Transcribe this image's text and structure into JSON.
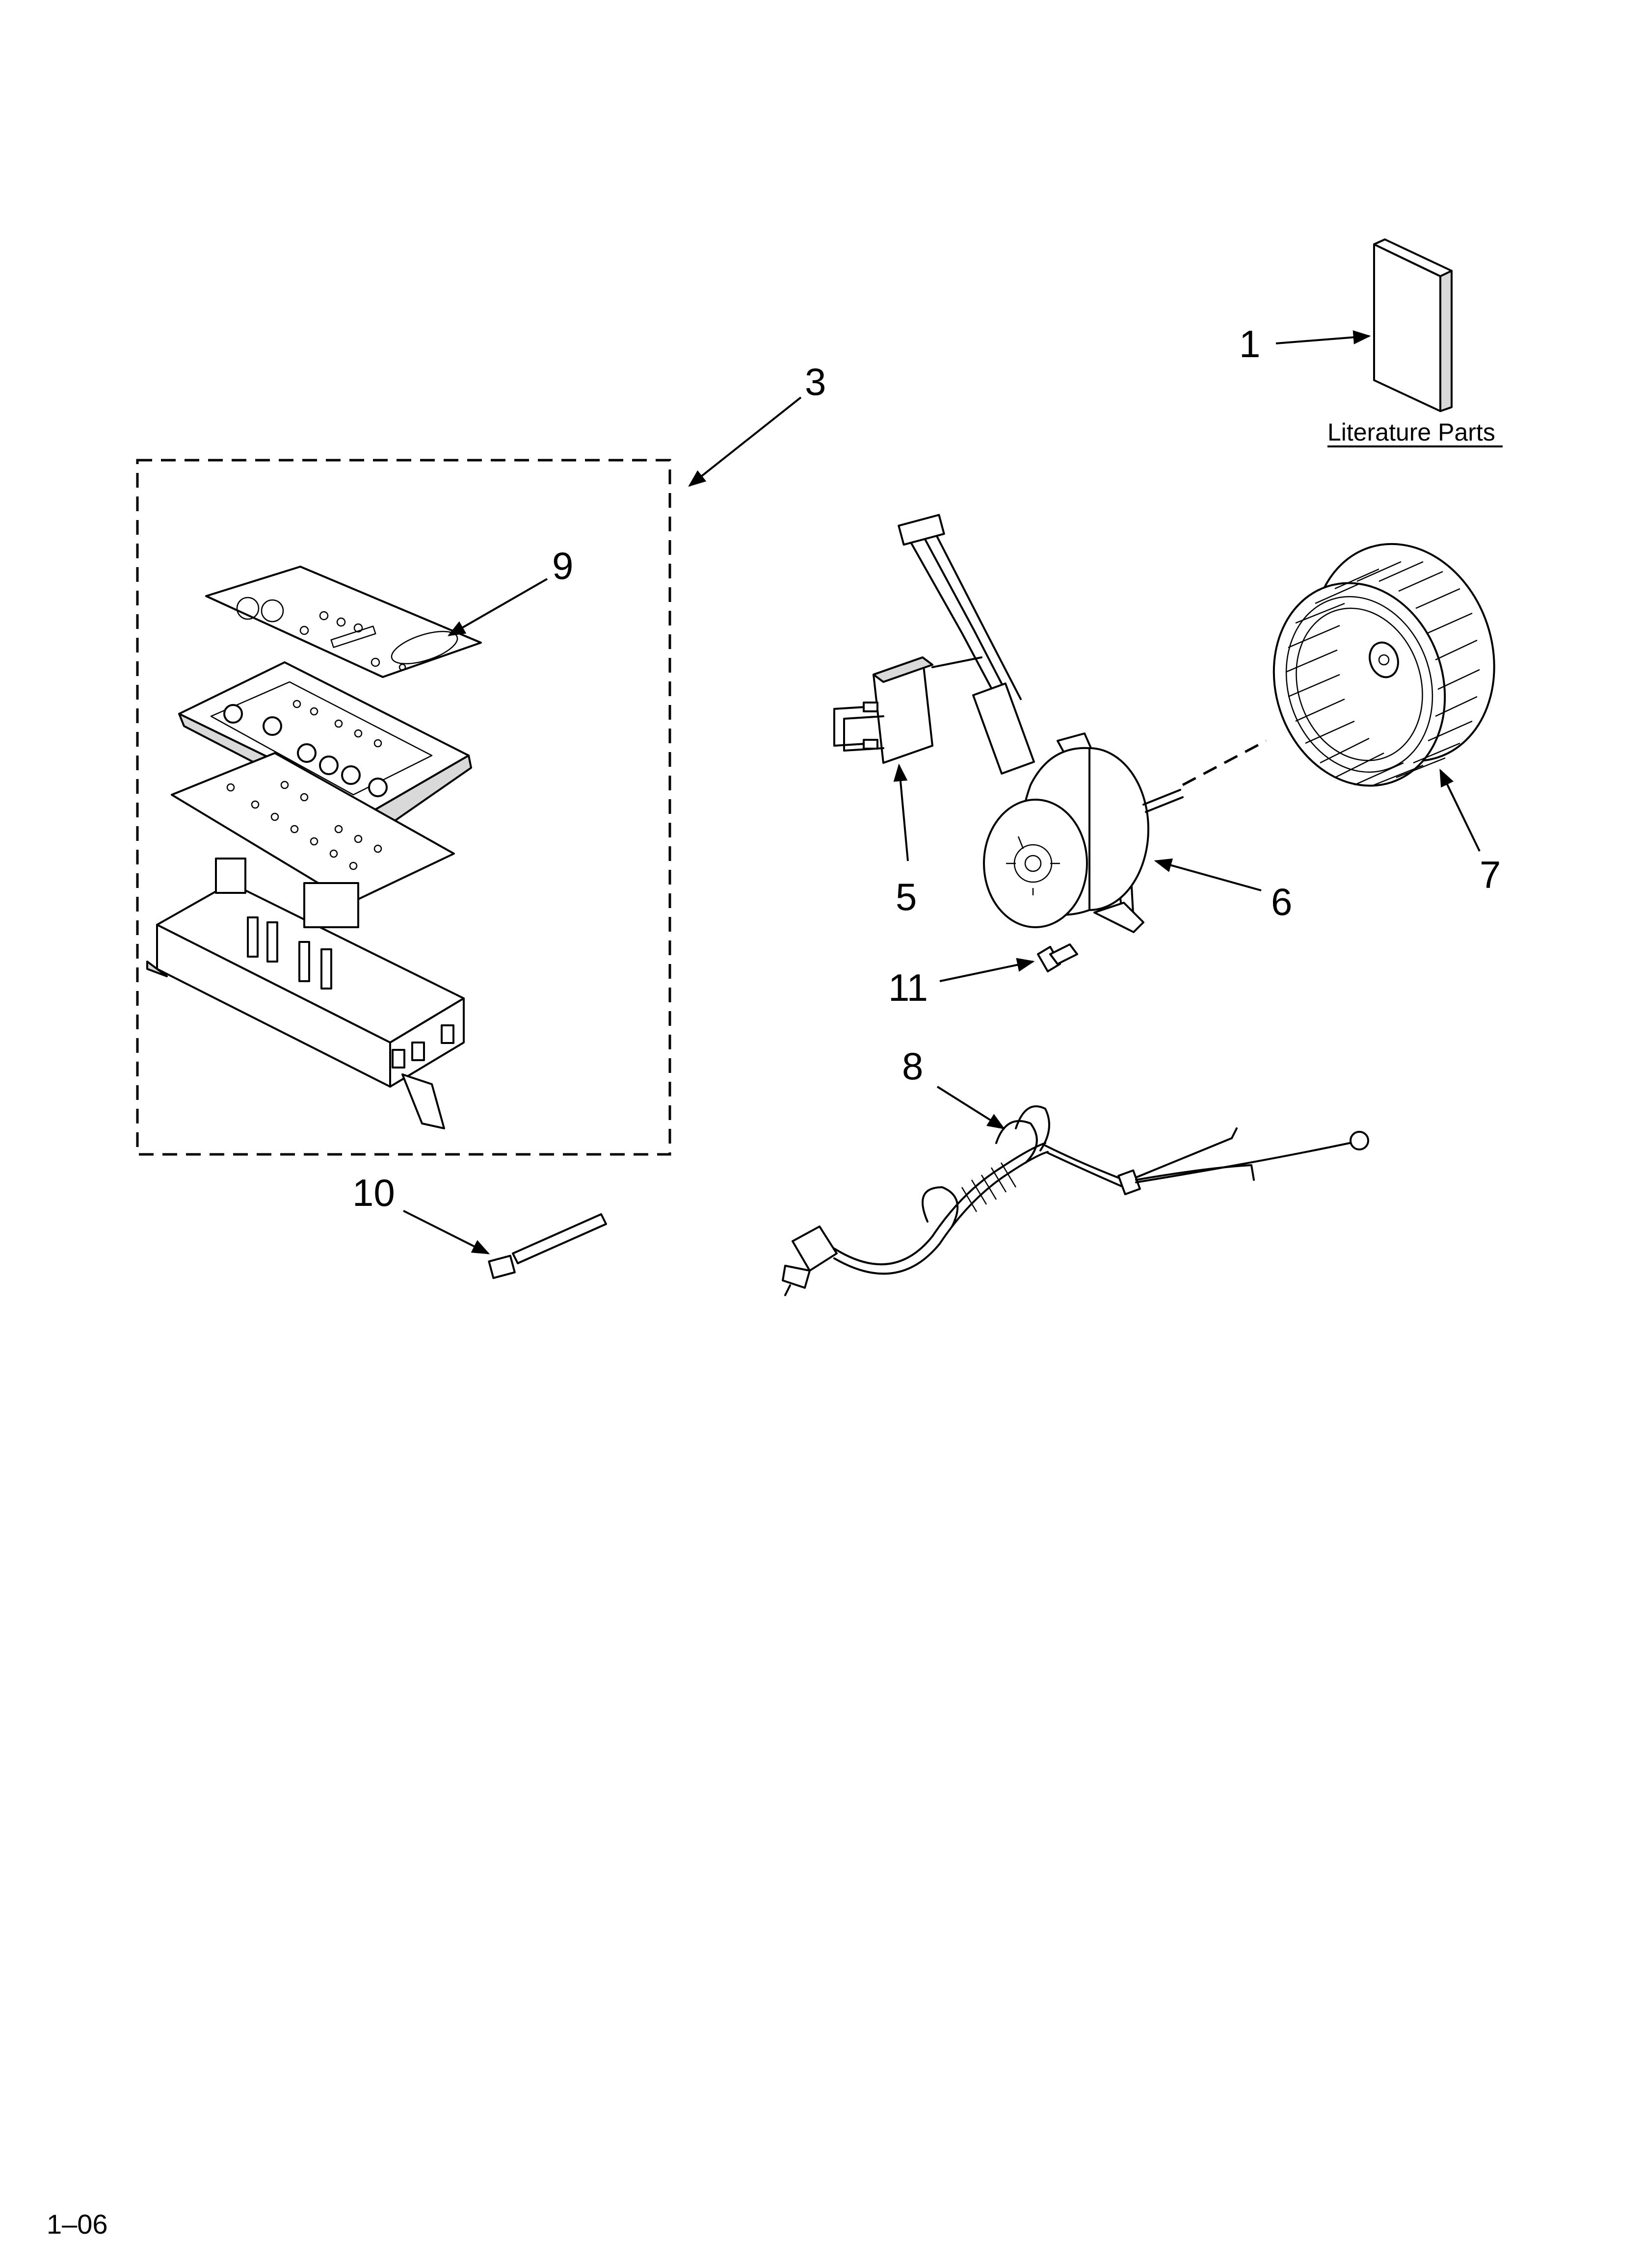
{
  "callouts": {
    "c1": "1",
    "c3": "3",
    "c5": "5",
    "c6": "6",
    "c7": "7",
    "c8": "8",
    "c9": "9",
    "c10": "10",
    "c11": "11"
  },
  "literature_label": "Literature Parts",
  "footer_code": "1–06"
}
